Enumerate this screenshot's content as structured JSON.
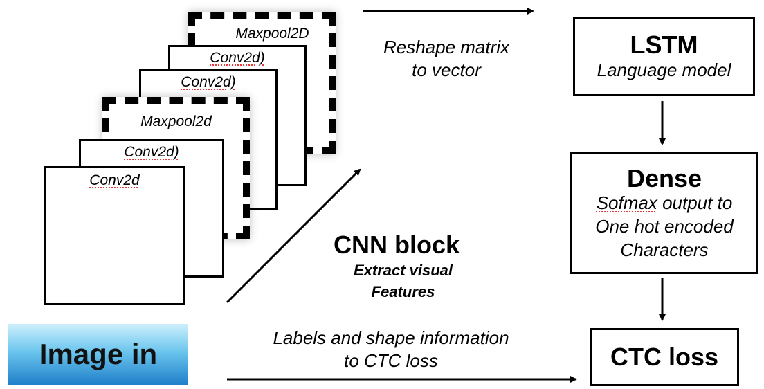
{
  "cnn_layers": [
    {
      "label": "Maxpool2D"
    },
    {
      "label": "Conv2d)"
    },
    {
      "label": "Conv2d)"
    },
    {
      "label": "Maxpool2d"
    },
    {
      "label": "Conv2d)"
    },
    {
      "label": "Conv2d"
    }
  ],
  "reshape_text": {
    "line1": "Reshape matrix",
    "line2": "to vector"
  },
  "cnn_block": {
    "title": "CNN block",
    "line1": "Extract visual",
    "line2": "Features"
  },
  "lstm": {
    "title": "LSTM",
    "subtitle": "Language model"
  },
  "dense": {
    "title": "Dense",
    "line1": "Sofmax",
    "line1_rest": " output to",
    "line2": "One hot encoded",
    "line3": "Characters"
  },
  "ctc": {
    "title": "CTC loss"
  },
  "labels_text": {
    "line1": "Labels and shape information",
    "line2": "to CTC loss"
  },
  "image_in": {
    "label": "Image in"
  }
}
